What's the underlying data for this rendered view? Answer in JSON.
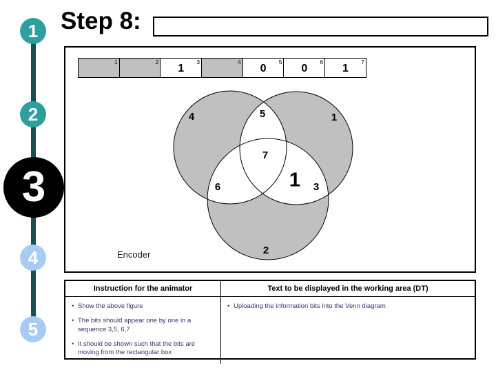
{
  "header": {
    "title": "Step 8:",
    "title_box_value": ""
  },
  "step_nav": {
    "items": [
      {
        "label": "1",
        "state": "done"
      },
      {
        "label": "2",
        "state": "done"
      },
      {
        "label": "3",
        "state": "active"
      },
      {
        "label": "4",
        "state": "upcoming"
      },
      {
        "label": "5",
        "state": "upcoming"
      }
    ]
  },
  "register": {
    "cells": [
      {
        "index": "1",
        "value": "",
        "gray": true
      },
      {
        "index": "2",
        "value": "",
        "gray": true
      },
      {
        "index": "3",
        "value": "1",
        "gray": false
      },
      {
        "index": "4",
        "value": "",
        "gray": true
      },
      {
        "index": "5",
        "value": "0",
        "gray": false
      },
      {
        "index": "6",
        "value": "0",
        "gray": false
      },
      {
        "index": "7",
        "value": "1",
        "gray": false
      }
    ]
  },
  "venn": {
    "caption": "Encoder",
    "labels": [
      {
        "region": "left-only",
        "text": "4"
      },
      {
        "region": "top-lens",
        "text": "5"
      },
      {
        "region": "right-only",
        "text": "1"
      },
      {
        "region": "center",
        "text": "7"
      },
      {
        "region": "left-bottom-lens",
        "text": "6"
      },
      {
        "region": "right-bottom-lens",
        "text": "3"
      },
      {
        "region": "bottom-only",
        "text": "2"
      }
    ],
    "placed_bit": {
      "value": "1",
      "target_region": "3"
    }
  },
  "table": {
    "headers": [
      "Instruction for the animator",
      "Text to be displayed in the working area (DT)"
    ],
    "animator_instructions": [
      "Show the above figure",
      "The bits should appear one by one in a sequence 3,5, 6,7",
      "It should be shown such that the bits are moving from the rectangular box"
    ],
    "display_text": [
      "Uploading the information bits into the Venn diagram"
    ]
  },
  "colors": {
    "step_done": "#2e9e9e",
    "step_active": "#000000",
    "step_upcoming": "#a8cbf4",
    "nav_line": "#17504f",
    "region_fill": "#c0c0c0",
    "table_text": "#333366"
  }
}
